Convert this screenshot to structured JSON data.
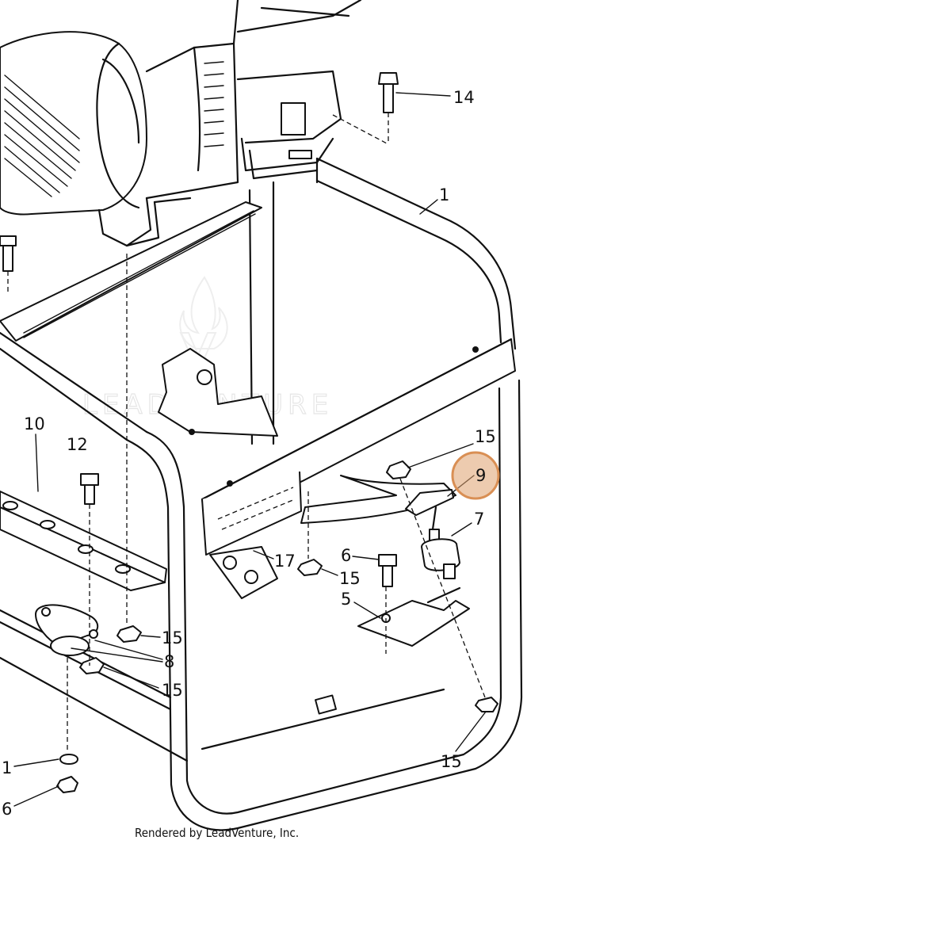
{
  "diagram": {
    "watermark": "LEADVENTURE",
    "credit": "Rendered by LeadVenture, Inc.",
    "highlight_color": "#d98f54",
    "callouts": [
      {
        "id": "c14",
        "label": "14"
      },
      {
        "id": "c1",
        "label": "1"
      },
      {
        "id": "c10",
        "label": "10"
      },
      {
        "id": "c12",
        "label": "12"
      },
      {
        "id": "c15a",
        "label": "15"
      },
      {
        "id": "c9",
        "label": "9",
        "highlighted": true
      },
      {
        "id": "c7",
        "label": "7"
      },
      {
        "id": "c6a",
        "label": "6"
      },
      {
        "id": "c15b",
        "label": "15"
      },
      {
        "id": "c17",
        "label": "17"
      },
      {
        "id": "c5",
        "label": "5"
      },
      {
        "id": "c15c",
        "label": "15"
      },
      {
        "id": "c8",
        "label": "8"
      },
      {
        "id": "c15d",
        "label": "15"
      },
      {
        "id": "c15e",
        "label": "15"
      },
      {
        "id": "c1b",
        "label": "1"
      },
      {
        "id": "c6b",
        "label": "6"
      }
    ]
  }
}
